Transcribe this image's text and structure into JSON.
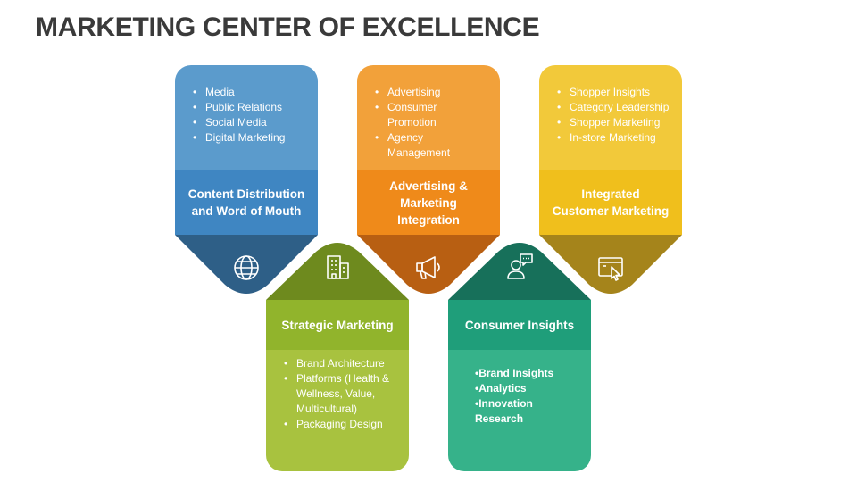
{
  "page_title": "MARKETING CENTER OF EXCELLENCE",
  "colors": {
    "blue": [
      "#5b9bcc",
      "#3f86c2",
      "#2e5f87"
    ],
    "orange": [
      "#f2a13a",
      "#ef8a1a",
      "#b85f12"
    ],
    "yellow": [
      "#f2c93a",
      "#f0bf1c",
      "#a5841b"
    ],
    "green": [
      "#a8c23f",
      "#91b42c",
      "#6e8a1e"
    ],
    "teal": [
      "#36b28a",
      "#1f9e7a",
      "#17705a"
    ]
  },
  "cards": {
    "content": {
      "heading": "Content Distribution and Word of Mouth",
      "items": [
        "Media",
        "Public Relations",
        "Social Media",
        "Digital Marketing"
      ],
      "icon": "globe-icon"
    },
    "advertising": {
      "heading": "Advertising & Marketing Integration",
      "items": [
        "Advertising",
        "Consumer Promotion",
        "Agency Management"
      ],
      "icon": "megaphone-icon"
    },
    "integrated": {
      "heading": "Integrated Customer Marketing",
      "items": [
        "Shopper Insights",
        "Category Leadership",
        "Shopper Marketing",
        "In-store Marketing"
      ],
      "icon": "browser-cursor-icon"
    },
    "strategic": {
      "heading": "Strategic Marketing",
      "items": [
        "Brand Architecture",
        "Platforms (Health & Wellness, Value, Multicultural)",
        "Packaging Design"
      ],
      "icon": "building-icon"
    },
    "consumer": {
      "heading": "Consumer Insights",
      "items": [
        "•Brand Insights",
        "•Analytics",
        "•Innovation Research"
      ],
      "icon": "person-chat-icon"
    }
  }
}
